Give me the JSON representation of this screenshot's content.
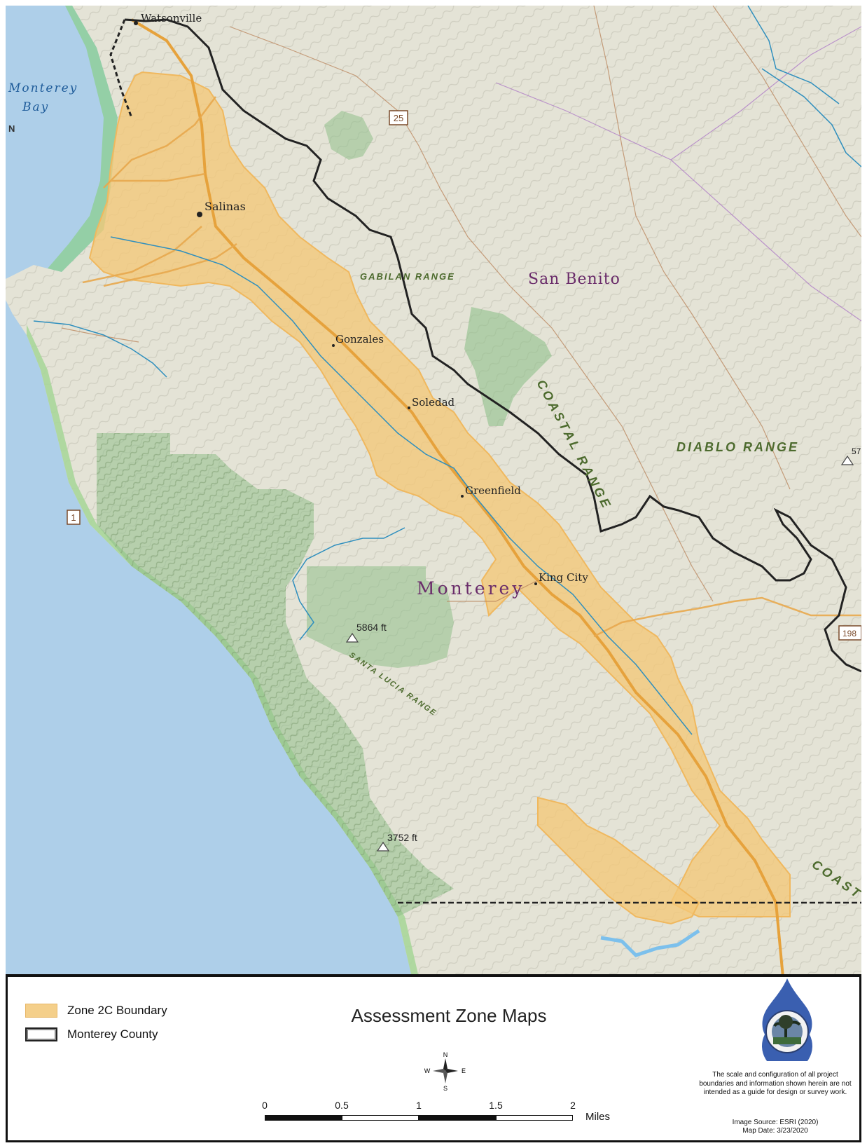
{
  "map": {
    "places": {
      "watsonville": "Watsonville",
      "monterey_bay": "Monterey Bay",
      "monterey_bay_line1": "Monterey",
      "monterey_bay_line2": "Bay",
      "salinas": "Salinas",
      "gonzales": "Gonzales",
      "soledad": "Soledad",
      "greenfield": "Greenfield",
      "king_city": "King City",
      "monterey_county": "Monterey",
      "san_benito": "San Benito"
    },
    "ranges": {
      "gabilan": "GABILAN RANGE",
      "coastal": "COASTAL RANGE",
      "diablo": "DIABLO RANGE",
      "santa_lucia": "SANTA LUCIA RANGE",
      "coast_partial": "COAST"
    },
    "peaks": {
      "peak1": "5864 ft",
      "peak2": "3752 ft",
      "peak3_partial": "57"
    },
    "routes": {
      "r25": "25",
      "r1": "1",
      "r198": "198"
    },
    "north_edge_partial": "N",
    "colors": {
      "ocean": "#aecfe9",
      "land": "#e4e3d6",
      "zone": "#f4c879",
      "green": "#a9cc9a",
      "county_line": "#222222",
      "road": "#e6a23c",
      "river": "#2f8fbe"
    }
  },
  "legend": {
    "zone_label": "Zone 2C Boundary",
    "county_label": "Monterey County"
  },
  "title": "Assessment Zone Maps",
  "compass": {
    "n": "N",
    "s": "S",
    "e": "E",
    "w": "W"
  },
  "scale": {
    "ticks": [
      "0",
      "0.5",
      "1",
      "1.5",
      "2"
    ],
    "units": "Miles"
  },
  "disclaimer": "The scale and configuration of all project boundaries and information shown herein are not intended as a guide for design or survey work.",
  "image_source": "Image Source: ESRI (2020)",
  "map_date": "Map Date: 3/23/2020"
}
